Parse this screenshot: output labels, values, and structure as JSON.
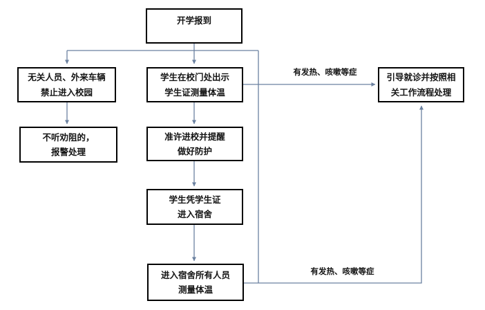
{
  "nodes": {
    "start": {
      "text": "开学报到"
    },
    "left1": {
      "text": "无关人员、外来车辆\n禁止进入校园"
    },
    "left2": {
      "text": "不听劝阻的，\n报警处理"
    },
    "center1": {
      "text": "学生在校门处出示\n学生证测量体温"
    },
    "center2": {
      "text": "准许进校并提醒\n做好防护"
    },
    "center3": {
      "text": "学生凭学生证\n进入宿舍"
    },
    "center4": {
      "text": "进入宿舍所有人员\n测量体温"
    },
    "right1": {
      "text": "引导就诊并按照相\n关工作流程处理"
    }
  },
  "edge_labels": {
    "gate_symptom": "有发热、咳嗽等症",
    "dorm_symptom": "有发热、咳嗽等症"
  },
  "colors": {
    "connector": "#6b81a0",
    "box_border": "#000000",
    "text": "#141414",
    "background": "#ffffff"
  }
}
